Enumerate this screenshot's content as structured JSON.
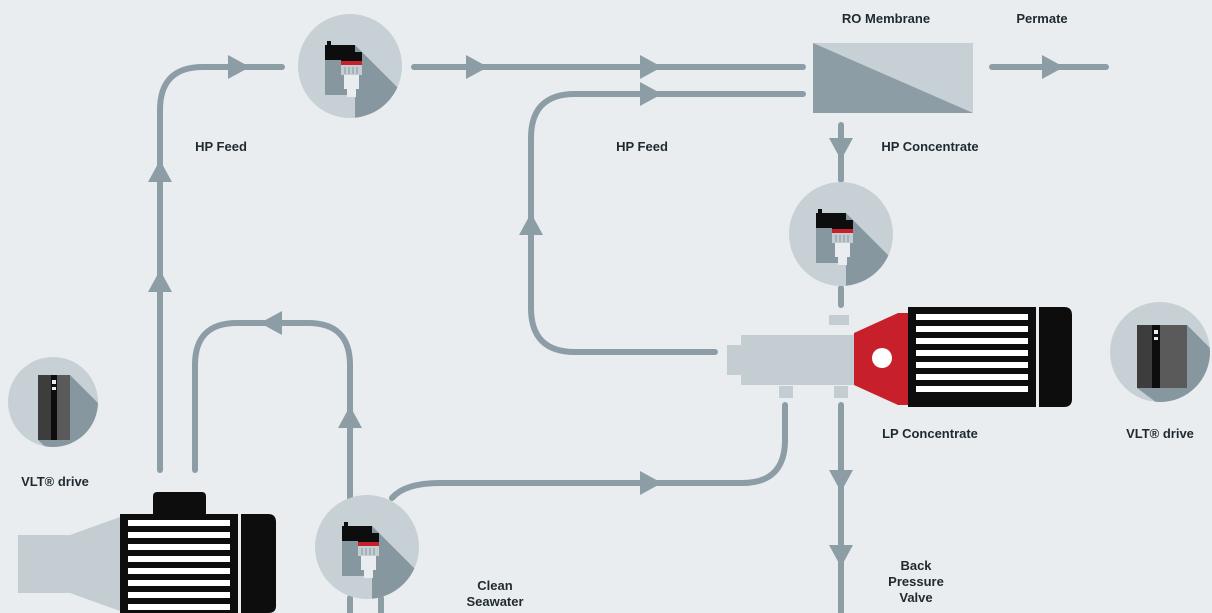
{
  "labels": {
    "ro_membrane": "RO Membrane",
    "permate": "Permate",
    "hp_feed_left": "HP Feed",
    "hp_feed_center": "HP Feed",
    "hp_concentrate": "HP Concentrate",
    "lp_concentrate": "LP Concentrate",
    "vlt_drive_left": "VLT® drive",
    "vlt_drive_right": "VLT® drive",
    "clean_seawater_1": "Clean",
    "clean_seawater_2": "Seawater",
    "back_pressure_1": "Back",
    "back_pressure_2": "Pressure",
    "back_pressure_3": "Valve"
  },
  "colors": {
    "background": "#e9edf0",
    "pipe": "#8c9da6",
    "circle": "#c6d0d5",
    "shadow": "#8797a0",
    "motor_black": "#0d0d0d",
    "housing": "#c3cdd2",
    "pump_red": "#c8202a",
    "membrane_light": "#c6d0d5",
    "membrane_dark": "#8c9da6",
    "drive_dark": "#3d3d3d",
    "drive_mid": "#5a5a5a"
  },
  "icons": [
    "pressure-transmitter-icon",
    "vlt-drive-icon",
    "motor-icon",
    "pump-icon",
    "ro-membrane-icon",
    "flow-arrow-icon"
  ]
}
